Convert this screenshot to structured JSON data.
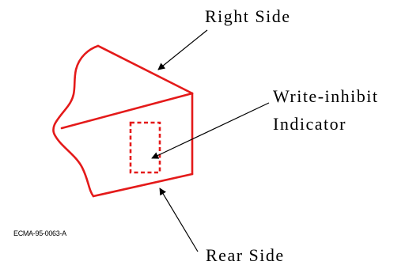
{
  "labels": {
    "right_side": "Right Side",
    "write_inhibit_line1": "Write-inhibit",
    "write_inhibit_line2": "Indicator",
    "rear_side": "Rear Side",
    "figure_code": "ECMA-95-0063-A"
  },
  "colors": {
    "outline": "#e41a1a",
    "leader": "#000000",
    "text": "#000000"
  }
}
